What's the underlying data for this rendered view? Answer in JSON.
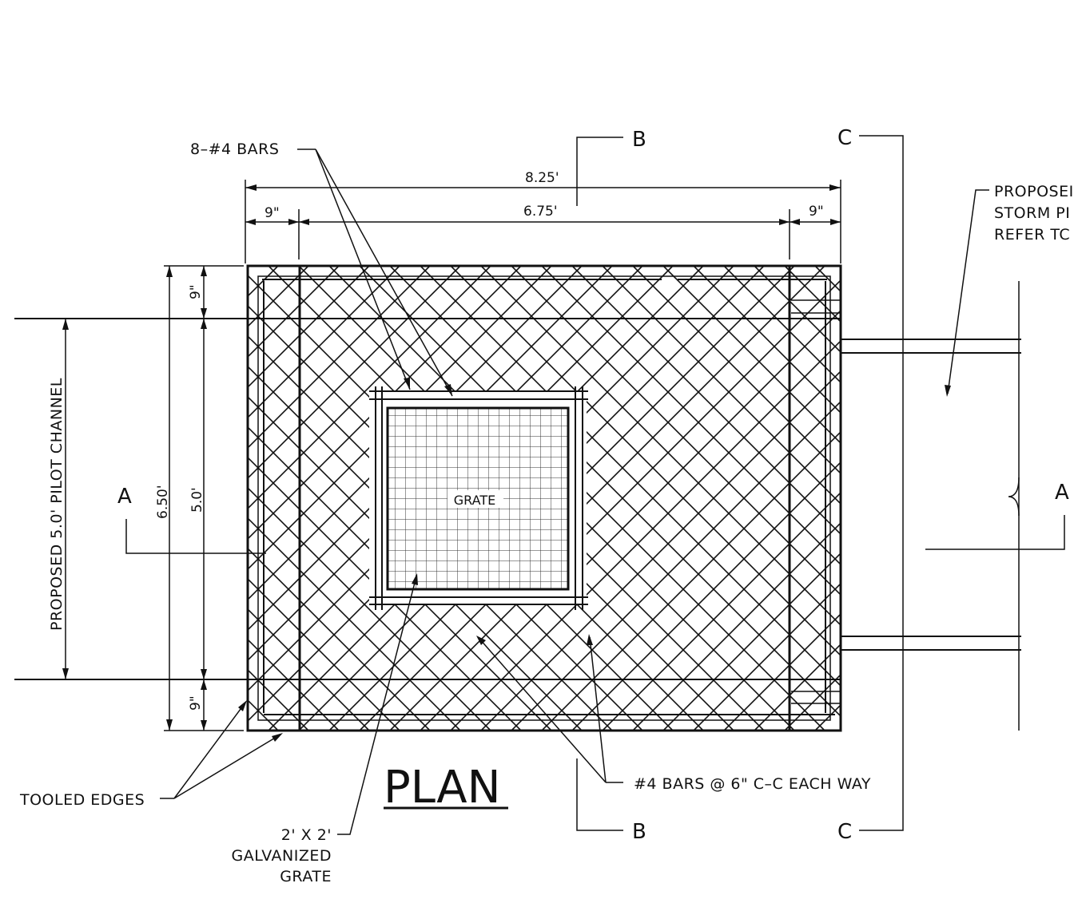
{
  "title": "PLAN",
  "labels": {
    "bars_top": "8–#4 BARS",
    "bars_bottom": "#4 BARS @ 6\" C–C EACH WAY",
    "tooled_edges": "TOOLED EDGES",
    "grate_center": "GRATE",
    "grate_note_l1": "2' X 2'",
    "grate_note_l2": "GALVANIZED",
    "grate_note_l3": "GRATE",
    "pilot_channel": "PROPOSED 5.0' PILOT CHANNEL",
    "storm_l1": "PROPOSEI",
    "storm_l2": "STORM PI",
    "storm_l3": "REFER TC"
  },
  "dimensions": {
    "overall_width": "8.25'",
    "inner_width": "6.75'",
    "left_edge": "9\"",
    "right_edge": "9\"",
    "overall_height": "6.50'",
    "inner_height": "5.0'",
    "top_edge": "9\"",
    "bottom_edge": "9\""
  },
  "sections": {
    "a": "A",
    "b": "B",
    "c": "C"
  }
}
